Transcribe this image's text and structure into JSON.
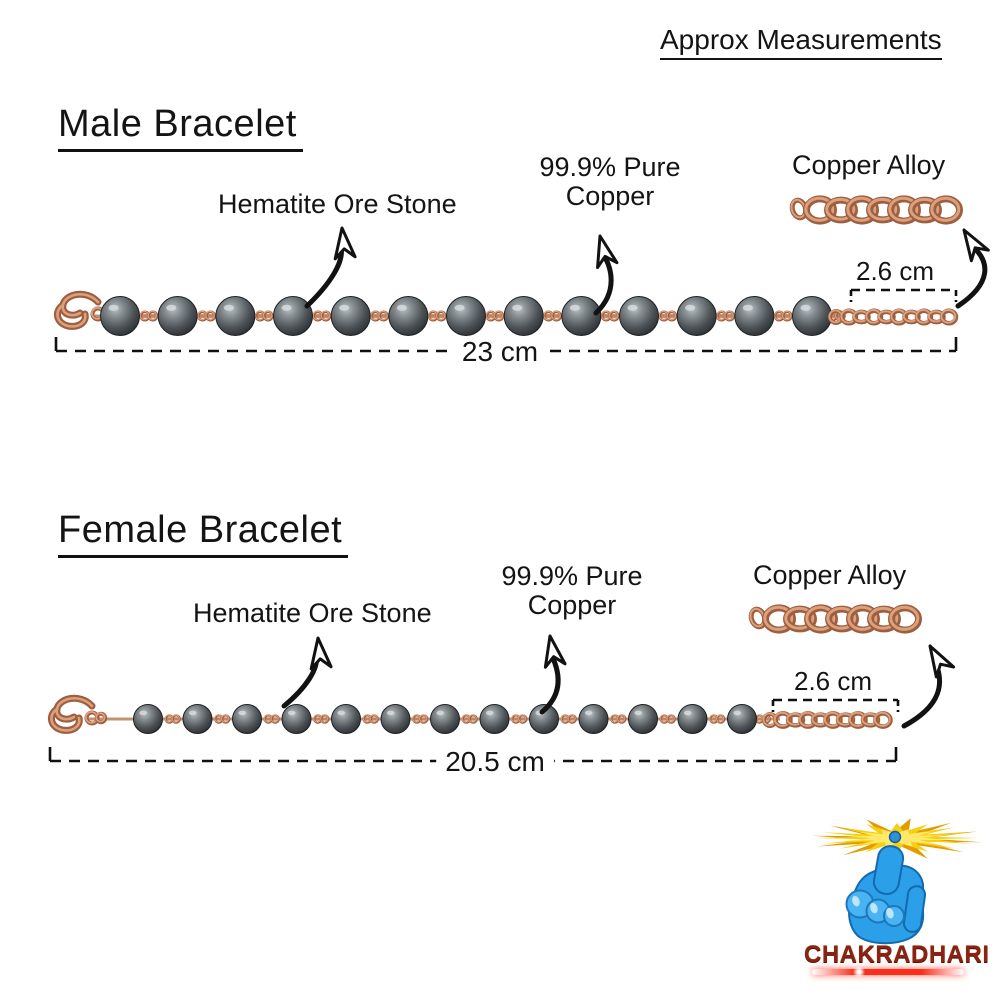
{
  "header": {
    "title": "Approx Measurements"
  },
  "male": {
    "title": "Male Bracelet",
    "stone_label": "Hematite Ore Stone",
    "copper_label": "99.9% Pure Copper",
    "alloy_label": "Copper Alloy",
    "extension_length": "2.6 cm",
    "total_length": "23 cm",
    "bead_count": 13
  },
  "female": {
    "title": "Female Bracelet",
    "stone_label": "Hematite Ore Stone",
    "copper_label": "99.9% Pure Copper",
    "alloy_label": "Copper Alloy",
    "extension_length": "2.6 cm",
    "total_length": "20.5 cm",
    "bead_count": 13
  },
  "logo": {
    "brand": "CHAKRADHARI",
    "icons": {
      "chakra": "spinning-chakra-icon",
      "hand": "pointing-hand-icon",
      "flare": "red-flare-underline"
    }
  },
  "colors": {
    "text": "#141414",
    "copper": "#c08464",
    "copper_dark": "#9e5f40",
    "copper_light": "#dba07c",
    "bead_dark": "#24282b",
    "bead_mid": "#4d5357",
    "bead_light": "#b9bfc2",
    "logo_blue": "#2b9fe8",
    "logo_blue_dark": "#146ab0",
    "chakra_yellow": "#f6cf12",
    "brand_red": "#8b2315",
    "flare_red": "#ff2d1a"
  }
}
